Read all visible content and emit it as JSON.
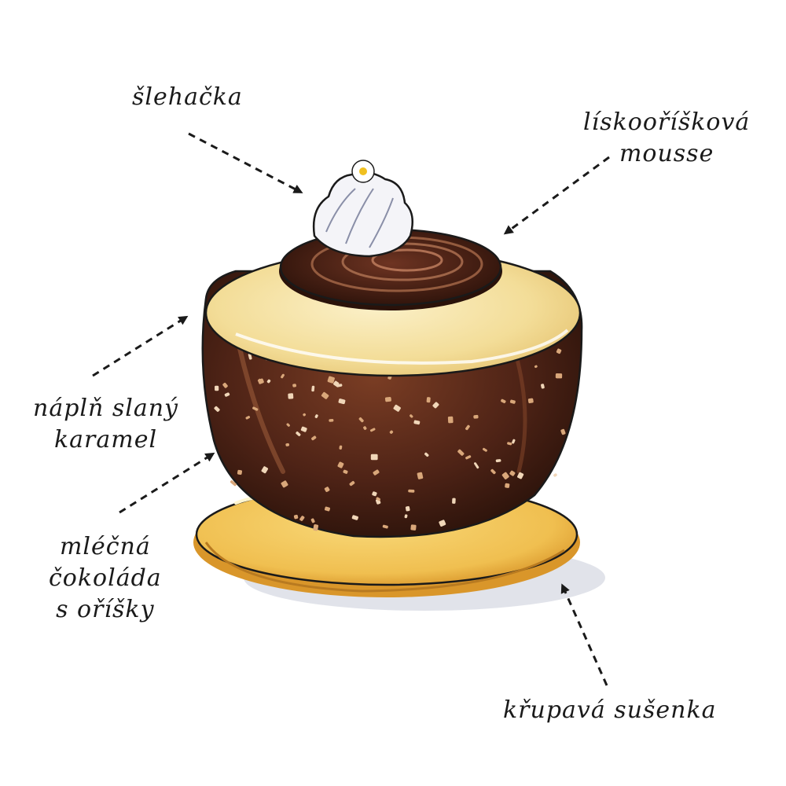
{
  "labels": {
    "whipped_cream": "šlehačka",
    "hazelnut_mousse": [
      "lískooříšková",
      "mousse"
    ],
    "caramel_filling": [
      "náplň slaný",
      "karamel"
    ],
    "milk_chocolate": [
      "mléčná",
      "čokoláda",
      "s oříšky"
    ],
    "biscuit": "křupavá sušenka"
  },
  "colors": {
    "ink": "#1a1a1a",
    "chocolate_dark": "#3a1a10",
    "chocolate_mid": "#6b3420",
    "caramel": "#f6e3a8",
    "biscuit": "#f2c45a",
    "biscuit_edge": "#d99a2a",
    "cream": "#f4f4f8",
    "nuts": "#d9a77a",
    "shadow": "#c9ccd8"
  }
}
